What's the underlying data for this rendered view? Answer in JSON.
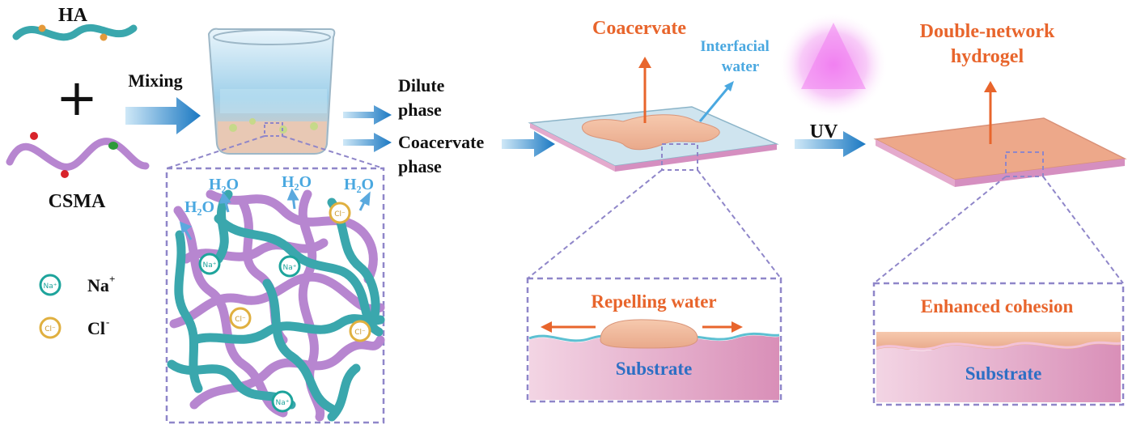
{
  "components": {
    "polymer_1": "HA",
    "plus_sign": "+",
    "polymer_2": "CSMA",
    "step_mixing": "Mixing",
    "water_label": "H₂O",
    "ion_na_symbol": "Na⁺",
    "ion_cl_symbol": "Cl⁻",
    "legend": {
      "na_label": "Na",
      "na_sup": "+",
      "cl_label": "Cl",
      "cl_sup": "-"
    }
  },
  "separation": {
    "dilute_line1": "Dilute",
    "dilute_line2": "phase",
    "coacervate_line1": "Coacervate",
    "coacervate_line2": "phase"
  },
  "coacervate_panel": {
    "title": "Coacervate",
    "interfacial_line1": "Interfacial",
    "interfacial_line2": "water",
    "zoom_caption": "Repelling water",
    "substrate": "Substrate"
  },
  "uv_step": {
    "label": "UV"
  },
  "hydrogel_panel": {
    "title_line1": "Double-network",
    "title_line2": "hydrogel",
    "zoom_caption": "Enhanced cohesion",
    "substrate": "Substrate"
  },
  "colors": {
    "hyaluronic_chain": "#3aa7ad",
    "csma_chain": "#b786d0",
    "accent_orange": "#e8652c",
    "arrow_blue": "#1f86c9",
    "dash_purple": "#8f86c9",
    "substrate_pink": "#e7a9c8",
    "uv_glow": "#f07df0"
  }
}
